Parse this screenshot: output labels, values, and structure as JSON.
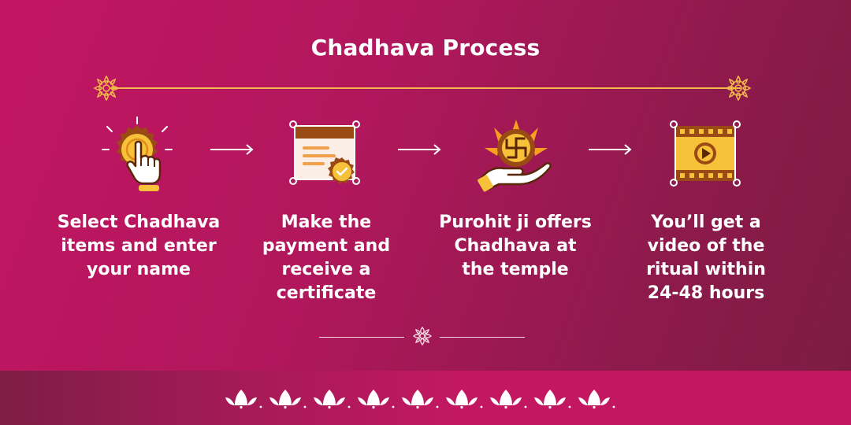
{
  "page": {
    "title": "Chadhava Process"
  },
  "steps": [
    {
      "icon": "tap-coin-icon",
      "lines": [
        "Select Chadhava",
        "items and enter",
        "your name"
      ]
    },
    {
      "icon": "certificate-icon",
      "lines": [
        "Make the",
        "payment and",
        "receive a",
        "certificate"
      ]
    },
    {
      "icon": "offering-swastika-icon",
      "lines": [
        "Purohit ji offers",
        "Chadhava at",
        "the temple"
      ]
    },
    {
      "icon": "video-film-icon",
      "lines": [
        "You’ll get a",
        "video of the",
        "ritual within",
        "24-48 hours"
      ]
    }
  ],
  "colors": {
    "background_start": "#c21662",
    "background_end": "#7a1c42",
    "accent_gold": "#f2b84a",
    "icon_yellow": "#f7c23a",
    "icon_brown": "#9a4a14",
    "text": "#ffffff"
  }
}
